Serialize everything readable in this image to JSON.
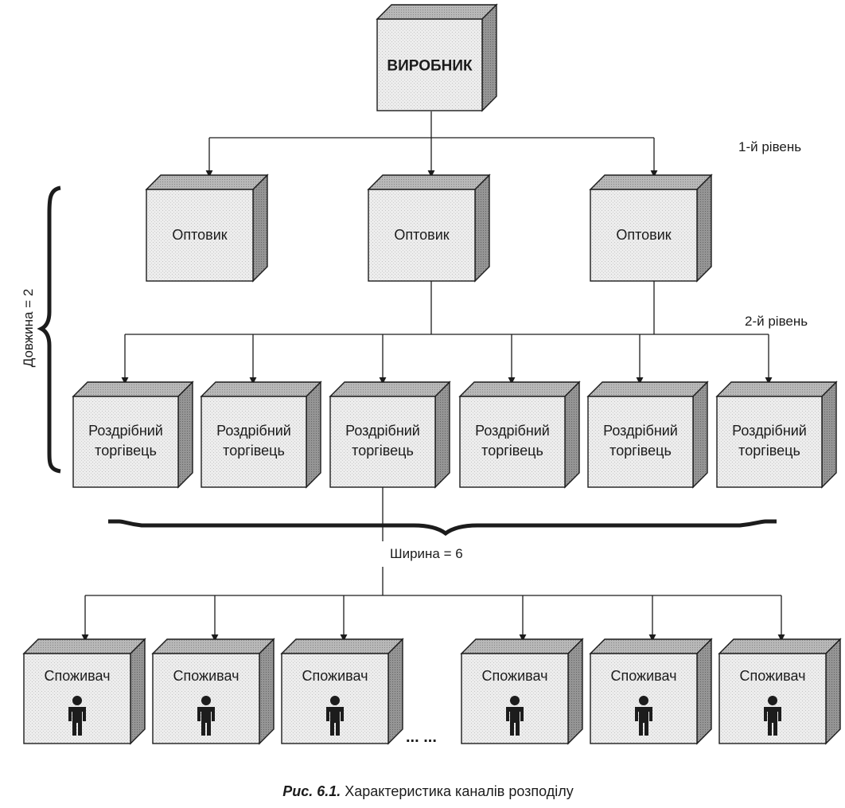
{
  "producer": {
    "label": "ВИРОБНИК"
  },
  "wholesalers": [
    {
      "label": "Оптовик"
    },
    {
      "label": "Оптовик"
    },
    {
      "label": "Оптовик"
    }
  ],
  "retailers": [
    {
      "line1": "Роздрібний",
      "line2": "торгівець"
    },
    {
      "line1": "Роздрібний",
      "line2": "торгівець"
    },
    {
      "line1": "Роздрібний",
      "line2": "торгівець"
    },
    {
      "line1": "Роздрібний",
      "line2": "торгівець"
    },
    {
      "line1": "Роздрібний",
      "line2": "торгівець"
    },
    {
      "line1": "Роздрібний",
      "line2": "торгівець"
    }
  ],
  "consumers": [
    {
      "label": "Споживач",
      "icon": "person-icon"
    },
    {
      "label": "Споживач",
      "icon": "person-icon"
    },
    {
      "label": "Споживач",
      "icon": "person-icon"
    },
    {
      "label": "Споживач",
      "icon": "person-icon"
    },
    {
      "label": "Споживач",
      "icon": "person-icon"
    },
    {
      "label": "Споживач",
      "icon": "person-icon"
    }
  ],
  "labels": {
    "level1": "1-й рівень",
    "level2": "2-й рівень",
    "length": "Довжина = 2",
    "width": "Ширина = 6",
    "ellipsis": "...  ..."
  },
  "caption": {
    "prefix": "Рис. 6.1.",
    "text": " Характеристика каналів розподілу"
  },
  "colors": {
    "box_front": "#ebebeb",
    "box_top": "#b8b8b8",
    "box_side": "#8e8e8e",
    "stroke": "#1c1c1c"
  }
}
